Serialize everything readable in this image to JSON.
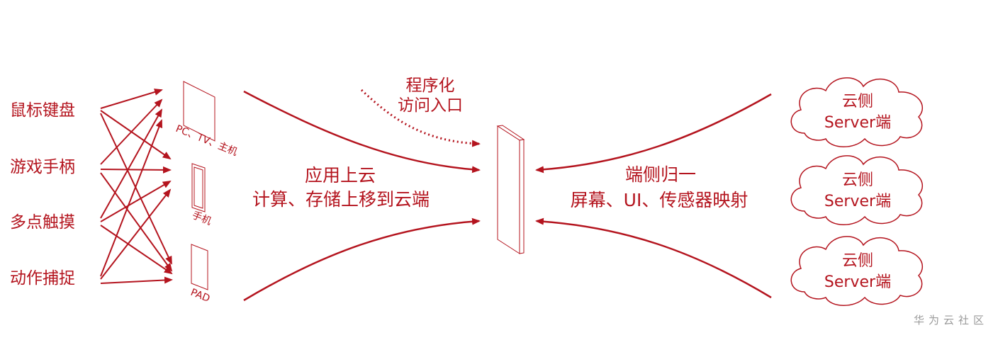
{
  "colors": {
    "accent": "#b4141e",
    "line": "#b4141e",
    "watermark": "#9a9a9a"
  },
  "inputs": [
    "鼠标键盘",
    "游戏手柄",
    "多点触摸",
    "动作捕捉"
  ],
  "devices": {
    "pc": "PC、TV、主机",
    "phone": "手机",
    "pad": "PAD"
  },
  "center_left": {
    "line1": "应用上云",
    "line2": "计算、存储上移到云端"
  },
  "program_access": {
    "line1": "程序化",
    "line2": "访问入口"
  },
  "center_right": {
    "line1": "端侧归一",
    "line2": "屏幕、UI、传感器映射"
  },
  "clouds": [
    {
      "line1": "云侧",
      "line2": "Server端"
    },
    {
      "line1": "云侧",
      "line2": "Server端"
    },
    {
      "line1": "云侧",
      "line2": "Server端"
    }
  ],
  "watermark": "华为云社区"
}
